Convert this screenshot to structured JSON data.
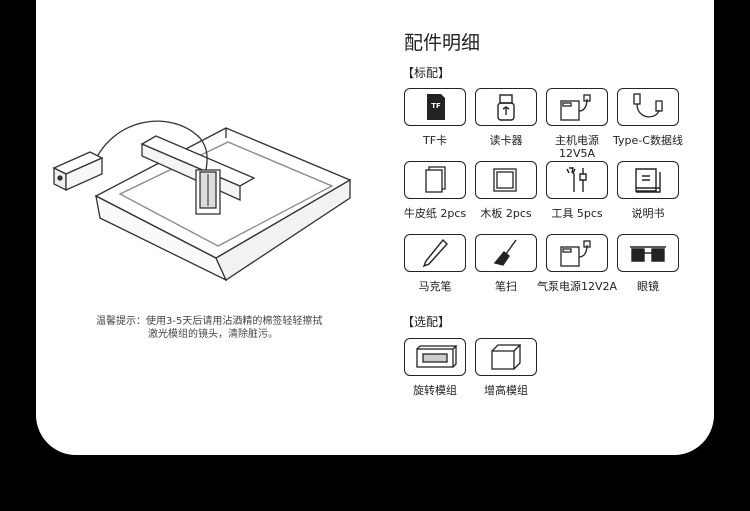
{
  "header": {
    "title": "配件明细"
  },
  "standard": {
    "label": "【标配】",
    "items": [
      {
        "name": "TF卡",
        "icon": "tf-card-icon"
      },
      {
        "name": "读卡器",
        "icon": "card-reader-icon"
      },
      {
        "name": "主机电源",
        "name2": "12V5A",
        "icon": "power-adapter-icon"
      },
      {
        "name": "Type-C数据线",
        "icon": "usb-cable-icon"
      },
      {
        "name": "牛皮纸 2pcs",
        "icon": "kraft-paper-icon"
      },
      {
        "name": "木板 2pcs",
        "icon": "wood-board-icon"
      },
      {
        "name": "工具 5pcs",
        "icon": "tools-icon"
      },
      {
        "name": "说明书",
        "icon": "manual-icon"
      },
      {
        "name": "马克笔",
        "icon": "marker-icon"
      },
      {
        "name": "笔扫",
        "icon": "brush-icon"
      },
      {
        "name": "气泵电源12V2A",
        "icon": "pump-power-icon"
      },
      {
        "name": "眼镜",
        "icon": "goggles-icon"
      }
    ]
  },
  "optional": {
    "label": "【选配】",
    "items": [
      {
        "name": "旋转模组",
        "icon": "rotary-module-icon"
      },
      {
        "name": "增高模组",
        "icon": "riser-module-icon"
      }
    ]
  },
  "tip": {
    "line1": "温馨提示：使用3-5天后请用沾酒精的棉签轻轻擦拭",
    "line2": "激光模组的镜头，清除脏污。"
  },
  "tf_icon_text": "TF"
}
